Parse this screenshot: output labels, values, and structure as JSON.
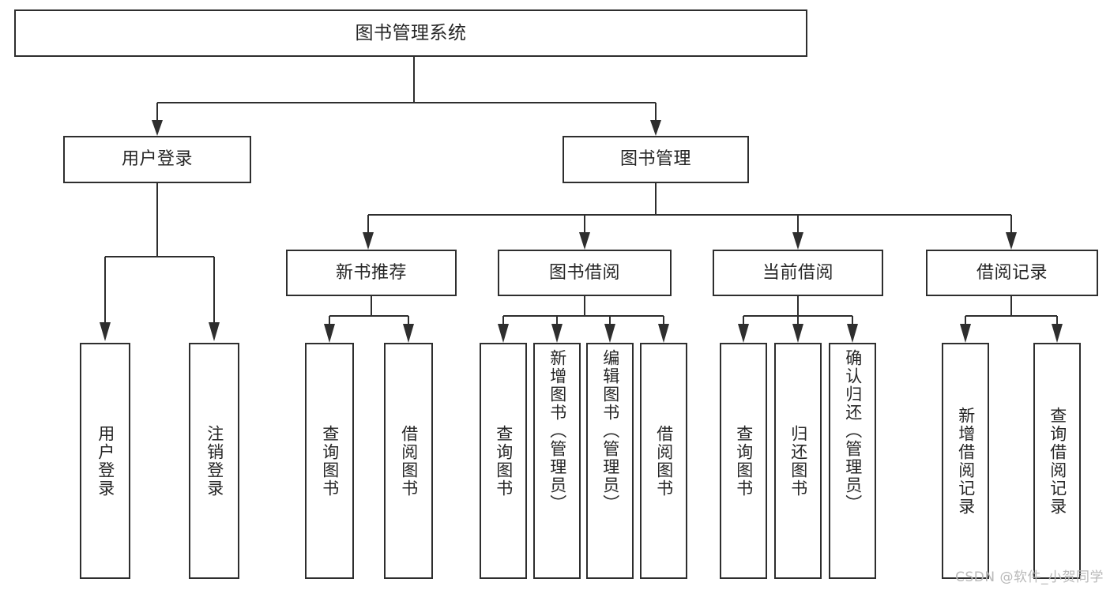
{
  "diagram": {
    "title": "图书管理系统",
    "type": "tree",
    "watermark": "CSDN @软件_小贺同学",
    "colors": {
      "stroke": "#2e2e2e",
      "fill": "#ffffff",
      "text": "#262626",
      "watermark": "#b9b9b9"
    },
    "root": {
      "label": "图书管理系统"
    },
    "level2": [
      {
        "label": "用户登录"
      },
      {
        "label": "图书管理"
      }
    ],
    "level3": [
      {
        "label": "新书推荐"
      },
      {
        "label": "图书借阅"
      },
      {
        "label": "当前借阅"
      },
      {
        "label": "借阅记录"
      }
    ],
    "leaves": {
      "user_login": [
        {
          "label": "用户登录"
        },
        {
          "label": "注销登录"
        }
      ],
      "new_book": [
        {
          "label": "查询图书"
        },
        {
          "label": "借阅图书"
        }
      ],
      "borrow_book": [
        {
          "label": "查询图书"
        },
        {
          "label": "新增图书（管理员）"
        },
        {
          "label": "编辑图书（管理员）"
        },
        {
          "label": "借阅图书"
        }
      ],
      "current_borrow": [
        {
          "label": "查询图书"
        },
        {
          "label": "归还图书"
        },
        {
          "label": "确认归还（管理员）"
        }
      ],
      "borrow_record": [
        {
          "label": "新增借阅记录"
        },
        {
          "label": "查询借阅记录"
        }
      ]
    }
  }
}
